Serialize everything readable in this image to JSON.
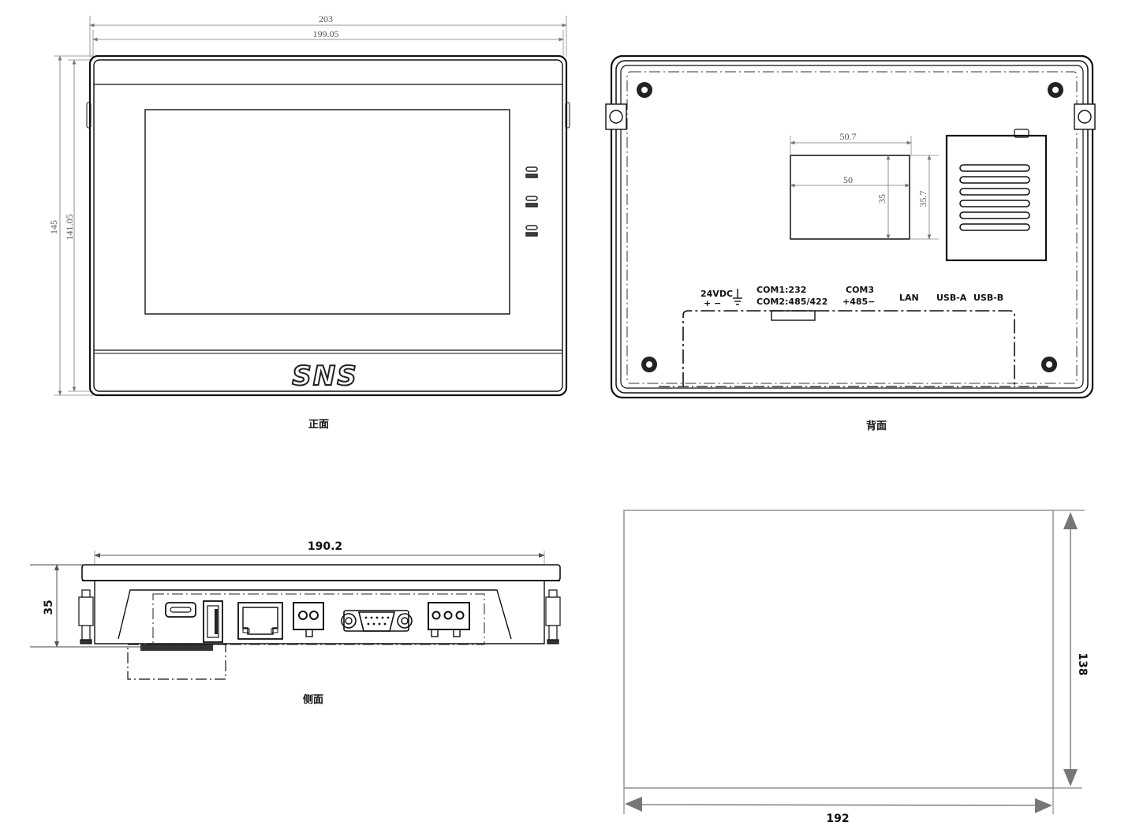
{
  "front_view": {
    "caption": "正面",
    "dims": {
      "overall_width": "203",
      "inner_width": "199.05",
      "overall_height": "145",
      "inner_height": "141.05"
    },
    "logo": "SNS",
    "indicator_leds": 3
  },
  "back_view": {
    "caption": "背面",
    "label_area": {
      "outer_width": "50.7",
      "inner_width": "50",
      "inner_height": "35",
      "outer_height": "35.7"
    },
    "ports": {
      "power": "24VDC",
      "power_polarity": "+   −",
      "com1": "COM1:232",
      "com2": "COM2:485/422",
      "com3": "COM3",
      "com3_polarity": "+485−",
      "lan": "LAN",
      "usb_a": "USB-A",
      "usb_b": "USB-B"
    }
  },
  "side_view": {
    "caption": "侧面",
    "dims": {
      "width": "190.2",
      "depth": "35"
    },
    "connectors": [
      "usb-b",
      "usb-a",
      "lan-rj45",
      "power-terminal",
      "db9-com1-com2",
      "com3-terminal"
    ]
  },
  "cutout_view": {
    "dims": {
      "width": "192",
      "height": "138"
    }
  },
  "colors": {
    "line": "#111111",
    "dim_line": "#666666",
    "arrow_fill": "#666666"
  }
}
